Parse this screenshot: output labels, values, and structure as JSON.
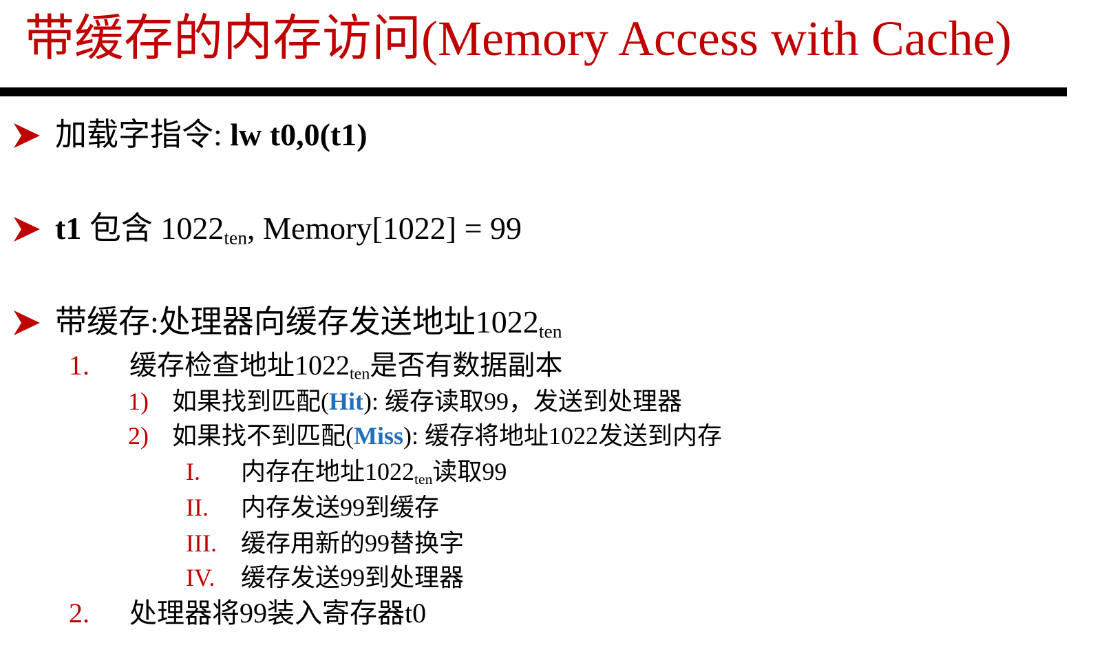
{
  "title": "带缓存的内存访问(Memory Access with Cache)",
  "colors": {
    "title": "#c00000",
    "numbering": "#c00000",
    "highlight": "#1f6fbf",
    "text": "#000000",
    "rule": "#000000"
  },
  "bullet_icon": "arrow-bullet-icon",
  "bullets": [
    {
      "prefix": "加载字指令: ",
      "code": "lw t0,0(t1)"
    },
    {
      "reg": "t1",
      "text1": " 包含 1022",
      "sub": "ten",
      "text2": ", Memory[1022] = 99"
    },
    {
      "text": "带缓存:处理器向缓存发送地址1022",
      "sub": "ten"
    }
  ],
  "steps": [
    {
      "num": "1.",
      "text1": "缓存检查地址1022",
      "sub": "ten",
      "text2": "是否有数据副本"
    },
    {
      "num": "1)",
      "pre": "如果找到匹配(",
      "kw": "Hit",
      "post": "): 缓存读取99，发送到处理器"
    },
    {
      "num": "2)",
      "pre": "如果找不到匹配(",
      "kw": "Miss",
      "post": "): 缓存将地址1022发送到内存"
    },
    {
      "num": "I.",
      "text1": "内存在地址1022",
      "sub": "ten",
      "text2": "读取99"
    },
    {
      "num": "II.",
      "text": "内存发送99到缓存"
    },
    {
      "num": "III.",
      "text": "缓存用新的99替换字"
    },
    {
      "num": "IV.",
      "text": "缓存发送99到处理器"
    },
    {
      "num": "2.",
      "text": "处理器将99装入寄存器t0"
    }
  ]
}
